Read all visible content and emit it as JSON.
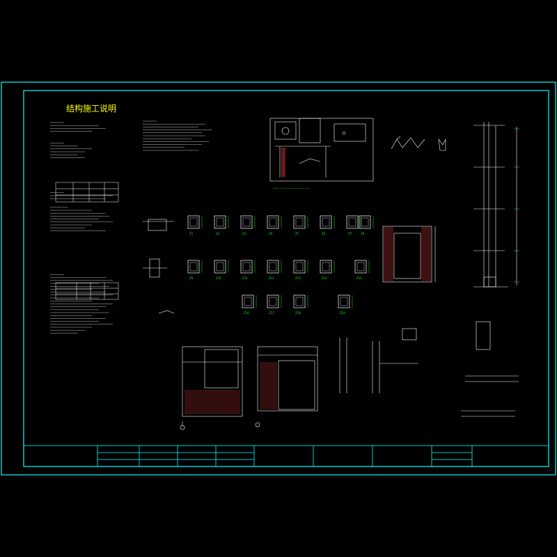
{
  "drawing": {
    "title": "结构施工说明",
    "colors": {
      "background": "#000000",
      "outer_frame": "#00ffff",
      "inner_frame": "#00ffff",
      "linework": "#ffffff",
      "dimension": "#00ff00",
      "title_text": "#ffff00",
      "hatch": "#ff4444"
    },
    "column_labels": {
      "row1": [
        "Z1",
        "Z2",
        "Z3",
        "Z4",
        "Z5",
        "Z6",
        "Z7",
        "Z8"
      ],
      "row2": [
        "Z9",
        "Z10",
        "Z11",
        "Z12",
        "Z13",
        "Z14",
        "Z15"
      ],
      "row3": [
        "Z16",
        "Z17",
        "Z18",
        "Z19"
      ]
    }
  }
}
